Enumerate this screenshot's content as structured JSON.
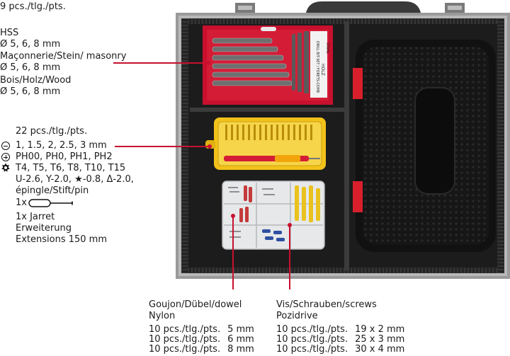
{
  "drill_bits": {
    "count": "9 pcs./tlg./pts.",
    "hss_title": "HSS",
    "hss_sizes": "Ø 5, 6, 8 mm",
    "masonry_title": "Maçonnerie/Stein/ masonry",
    "masonry_sizes": "Ø 5, 6, 8 mm",
    "wood_title": "Bois/Holz/Wood",
    "wood_sizes": "Ø 5, 6, 8 mm"
  },
  "bits_set": {
    "count": "22 pcs./tlg./pts.",
    "slotted": "1, 1.5, 2, 2.5, 3 mm",
    "phillips": "PH00, PH0, PH1, PH2",
    "torx_1": "T4, T5, T6, T8, T10, T15",
    "torx_2": "U-2.6, Y-2.0, ★-0.8, Δ-2.0,",
    "torx_3": "épingle/Stift/pin",
    "driver_qty": "1x",
    "extension_qty": "1x Jarret",
    "extension_de": "Erweiterung",
    "extension_en": "Extensions 150 mm"
  },
  "dowels": {
    "title": "Goujon/Dübel/dowel",
    "subtitle": "Nylon",
    "rows": [
      {
        "qty": "10 pcs./tlg./pts.",
        "size": "5 mm"
      },
      {
        "qty": "10 pcs./tlg./pts.",
        "size": "6 mm"
      },
      {
        "qty": "10 pcs./tlg./pts.",
        "size": "8 mm"
      }
    ]
  },
  "screws": {
    "title": "Vis/Schrauben/screws",
    "subtitle": "Pozidrive",
    "rows": [
      {
        "qty": "10 pcs./tlg./pts.",
        "size": "19 x 2 mm"
      },
      {
        "qty": "10 pcs./tlg./pts.",
        "size": "25 x 3 mm"
      },
      {
        "qty": "10 pcs./tlg./pts.",
        "size": "30 x 4 mm"
      }
    ]
  },
  "drill_package_text": {
    "side_1": "HOLZ",
    "side_2": "DRILL BIT-SET / FORETS-COMB",
    "side_3": "STAHL"
  },
  "colors": {
    "leader": "#c8102e",
    "case_frame": "#9a9a9a",
    "case_interior": "#1c1c1c",
    "bit_box": "#f3c21a",
    "tool_case": "#111111",
    "latch": "#d8202c"
  }
}
